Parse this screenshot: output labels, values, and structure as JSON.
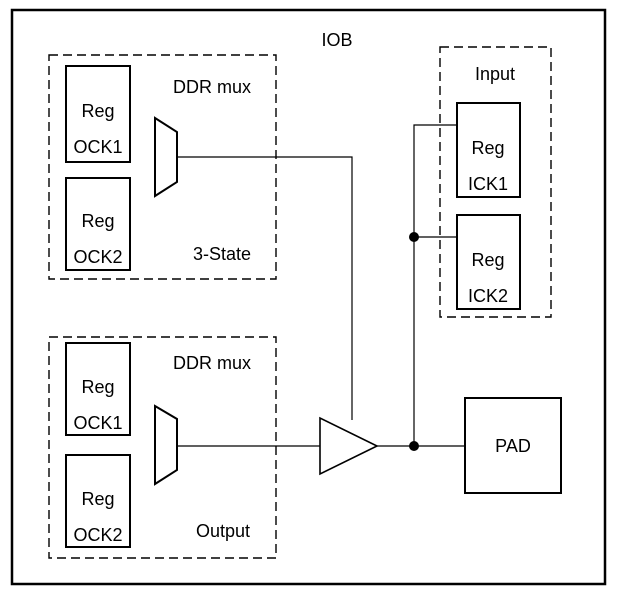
{
  "title": "IOB",
  "tristate_block": {
    "mux_label": "DDR mux",
    "group_label": "3-State",
    "reg1": {
      "name": "Reg",
      "clock": "OCK1"
    },
    "reg2": {
      "name": "Reg",
      "clock": "OCK2"
    }
  },
  "output_block": {
    "mux_label": "DDR mux",
    "group_label": "Output",
    "reg1": {
      "name": "Reg",
      "clock": "OCK1"
    },
    "reg2": {
      "name": "Reg",
      "clock": "OCK2"
    }
  },
  "input_block": {
    "group_label": "Input",
    "reg1": {
      "name": "Reg",
      "clock": "ICK1"
    },
    "reg2": {
      "name": "Reg",
      "clock": "ICK2"
    }
  },
  "pad_label": "PAD"
}
